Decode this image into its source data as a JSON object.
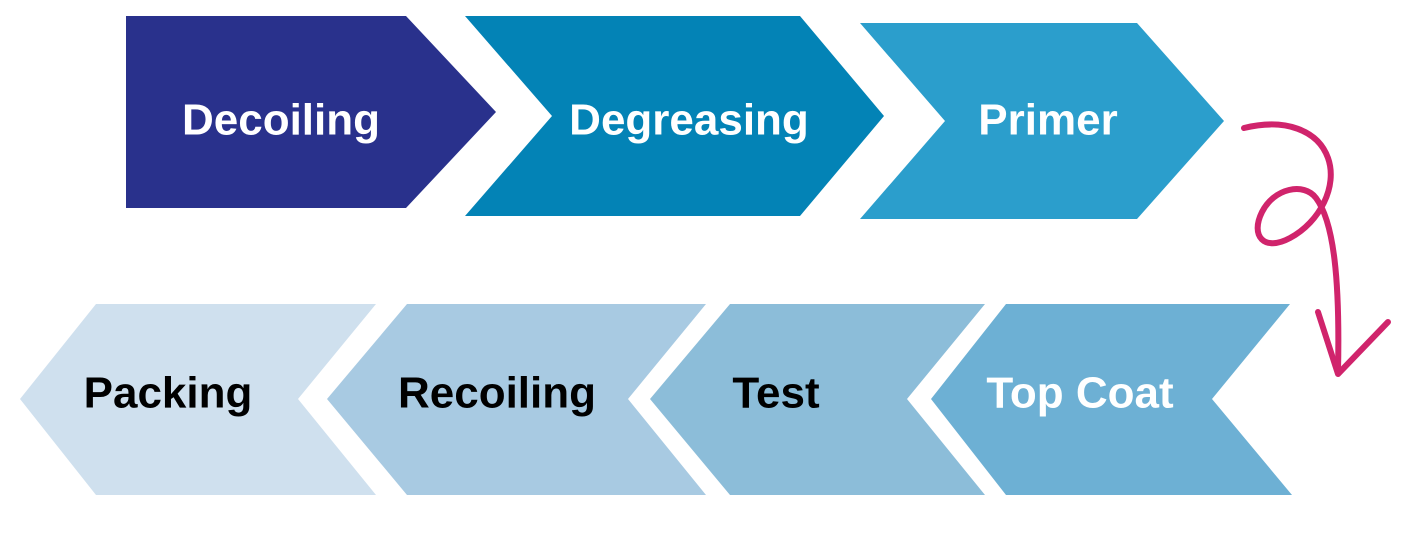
{
  "diagram": {
    "top_row": [
      {
        "label": "Decoiling",
        "fill": "#29318c",
        "text_color": "#ffffff"
      },
      {
        "label": "Degreasing",
        "fill": "#0383b6",
        "text_color": "#ffffff"
      },
      {
        "label": "Primer",
        "fill": "#2b9ecc",
        "text_color": "#ffffff"
      }
    ],
    "bottom_row": [
      {
        "label": "Packing",
        "fill": "#cfe0ee",
        "text_color": "#000000"
      },
      {
        "label": "Recoiling",
        "fill": "#a8cae2",
        "text_color": "#000000"
      },
      {
        "label": "Test",
        "fill": "#8cbdd9",
        "text_color": "#000000"
      },
      {
        "label": "Top Coat",
        "fill": "#6db0d4",
        "text_color": "#ffffff"
      }
    ],
    "connector_color": "#d0246c",
    "connector_icon": "curly-arrow-down-icon"
  }
}
